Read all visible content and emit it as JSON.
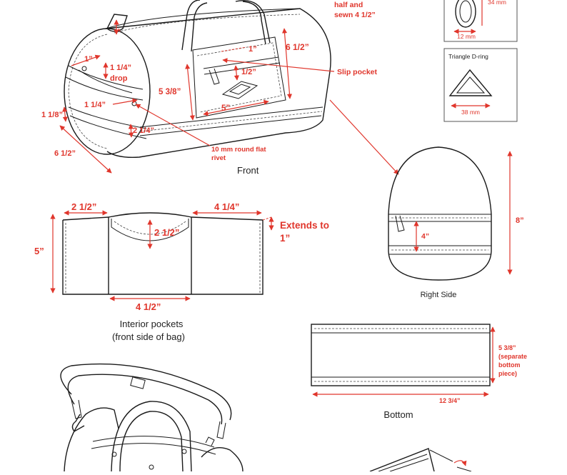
{
  "colors": {
    "accent": "#e0362c",
    "line": "#1a1a1a",
    "text": "#222222"
  },
  "front": {
    "caption": "Front",
    "labels": {
      "top_note_1": "half and",
      "top_note_2": "sewn 4 1/2”",
      "d_6_1_2": "6 1/2”",
      "d_1_left": "1”",
      "d_1_1_4_drop_a": "1 1/4”",
      "d_1_1_4_drop_b": "drop",
      "d_1_right": "1”",
      "d_1_2": "1/2”",
      "slip_pocket": "Slip pocket",
      "d_5_3_8": "5 3/8”",
      "d_1_1_4_lower": "1 1/4”",
      "d_5": "5”",
      "d_1_1_8": "1 1/8”",
      "d_2_1_4": "2 1/4”",
      "d_6_1_2_bottom": "6 1/2”",
      "rivet_1": "10 mm round flat",
      "rivet_2": "rivet"
    }
  },
  "hardware": {
    "ring_top_mm": "34 mm",
    "ring_bottom_mm": "12 mm",
    "triangle_title": "Triangle D-ring",
    "triangle_mm": "38 mm"
  },
  "interior": {
    "caption_1": "Interior pockets",
    "caption_2": "(front side of bag)",
    "labels": {
      "d_2_1_2_top": "2 1/2”",
      "d_4_1_4": "4 1/4”",
      "extends_1": "Extends to",
      "extends_2": "1”",
      "d_5": "5”",
      "d_2_1_2_mid": "2 1/2”",
      "d_4_1_2": "4 1/2”"
    }
  },
  "right_side": {
    "caption": "Right Side",
    "d_8": "8”",
    "d_4": "4”"
  },
  "bottom_piece": {
    "caption": "Bottom",
    "d_width": "12 3/4”",
    "note_1": "5 3/8”",
    "note_2": "(separate",
    "note_3": "bottom",
    "note_4": "piece)"
  }
}
